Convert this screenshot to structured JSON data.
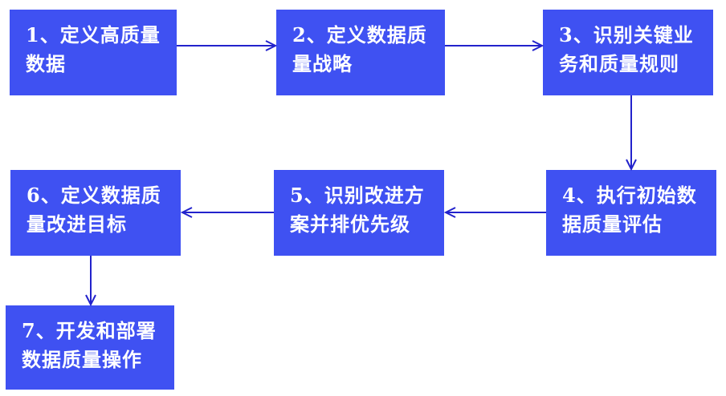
{
  "steps": [
    {
      "line1": "1、定义高质量",
      "line2": "数据"
    },
    {
      "line1": "2、定义数据质",
      "line2": "量战略"
    },
    {
      "line1": "3、识别关键业",
      "line2": "务和质量规则"
    },
    {
      "line1": "4、执行初始数",
      "line2": "据质量评估"
    },
    {
      "line1": "5、识别改进方",
      "line2": "案并排优先级"
    },
    {
      "line1": "6、定义数据质",
      "line2": "量改进目标"
    },
    {
      "line1": "7、开发和部署",
      "line2": "数据质量操作"
    }
  ],
  "colors": {
    "box": "#3f51f2",
    "text": "#ffffff",
    "arrow": "#2222cc"
  }
}
